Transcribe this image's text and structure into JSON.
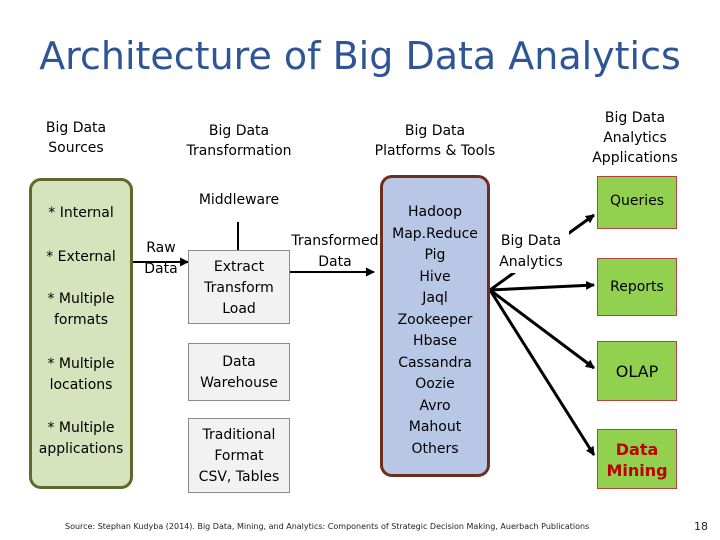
{
  "title": "Architecture of Big Data Analytics",
  "headers": {
    "sources": [
      "Big Data",
      "Sources"
    ],
    "transformation": [
      "Big Data",
      "Transformation"
    ],
    "platforms": [
      "Big Data",
      "Platforms & Tools"
    ],
    "applications": [
      "Big Data",
      "Analytics",
      "Applications"
    ]
  },
  "sources": [
    [
      "* Internal"
    ],
    [
      "* External"
    ],
    [
      "* Multiple",
      "formats"
    ],
    [
      "* Multiple",
      "locations"
    ],
    [
      "* Multiple",
      "applications"
    ]
  ],
  "raw_data": [
    "Raw",
    "Data"
  ],
  "middleware": {
    "title": "Middleware",
    "etl": [
      "Extract",
      "Transform",
      "Load"
    ],
    "warehouse": [
      "Data",
      "Warehouse"
    ],
    "traditional": [
      "Traditional",
      "Format",
      "CSV, Tables"
    ]
  },
  "transformed_data": [
    "Transformed",
    "Data"
  ],
  "platforms": [
    "Hadoop",
    "Map.Reduce",
    "Pig",
    "Hive",
    "Jaql",
    "Zookeeper",
    "Hbase",
    "Cassandra",
    "Oozie",
    "Avro",
    "Mahout",
    "Others"
  ],
  "big_data_analytics": [
    "Big Data",
    "Analytics"
  ],
  "applications": [
    {
      "label": "Queries",
      "color": "#000000"
    },
    {
      "label": "Reports",
      "color": "#000000"
    },
    {
      "label": "OLAP",
      "color": "#000000"
    },
    {
      "label": [
        "Data",
        "Mining"
      ],
      "color": "#c00000"
    }
  ],
  "footer": "Source: Stephan Kudyba (2014). Big Data, Mining, and Analytics: Components of Strategic Decision Making, Auerbach Publications",
  "page_number": "18",
  "colors": {
    "title": "#2f5597",
    "sources_fill": "#d6e3bc",
    "platforms_fill": "#b8c7e5",
    "applications_fill": "#92d050",
    "middleware_fill": "#f2f2f2",
    "data_mining_text": "#c00000"
  }
}
